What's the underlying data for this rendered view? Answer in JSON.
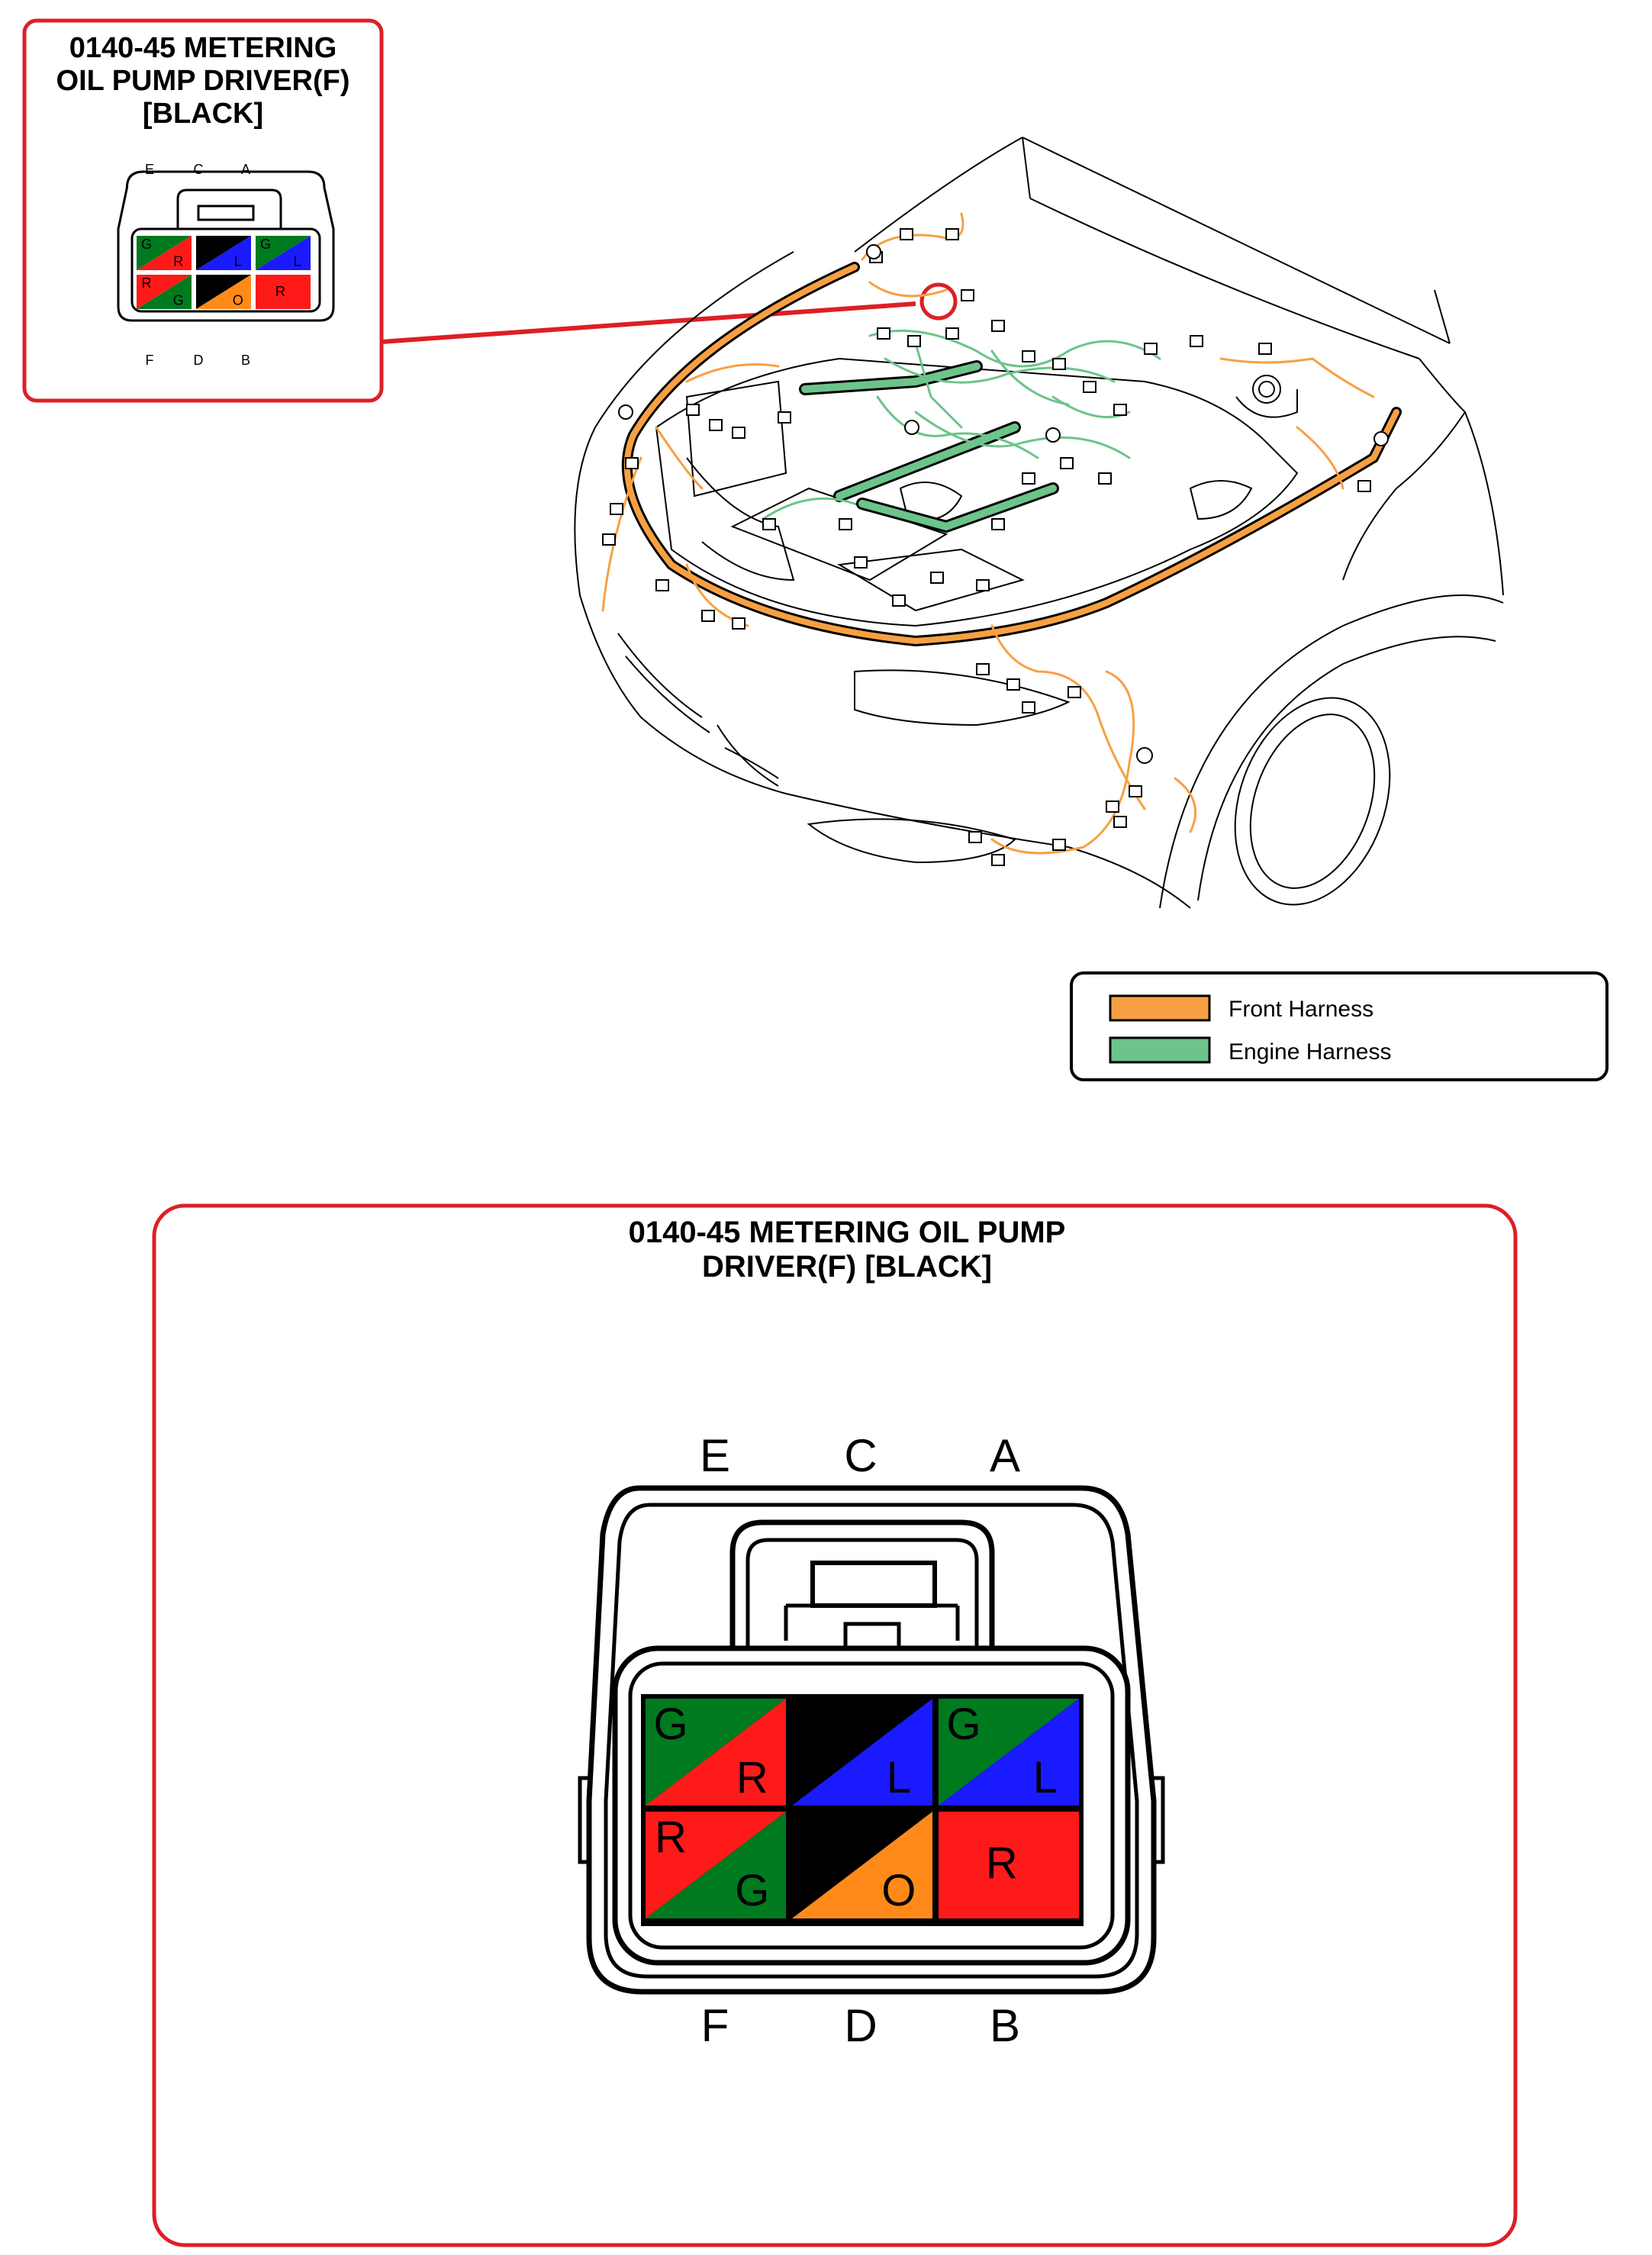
{
  "inset": {
    "title_line1": "0140-45 METERING",
    "title_line2": "OIL PUMP DRIVER(F)",
    "title_line3": "[BLACK]"
  },
  "main": {
    "title_line1": "0140-45 METERING OIL PUMP",
    "title_line2": "DRIVER(F) [BLACK]"
  },
  "connector": {
    "top_labels": [
      "E",
      "C",
      "A"
    ],
    "bottom_labels": [
      "F",
      "D",
      "B"
    ],
    "cells": [
      {
        "pin": "E",
        "type": "split",
        "c1": "G",
        "c2": "R",
        "fill1": "#007a1f",
        "fill2": "#ff1a1a"
      },
      {
        "pin": "C",
        "type": "split",
        "c1": "B",
        "c2": "L",
        "fill1": "#000000",
        "fill2": "#1a1aff"
      },
      {
        "pin": "A",
        "type": "split",
        "c1": "G",
        "c2": "L",
        "fill1": "#007a1f",
        "fill2": "#1a1aff"
      },
      {
        "pin": "F",
        "type": "split",
        "c1": "R",
        "c2": "G",
        "fill1": "#ff1a1a",
        "fill2": "#007a1f"
      },
      {
        "pin": "D",
        "type": "split",
        "c1": "B",
        "c2": "O",
        "fill1": "#000000",
        "fill2": "#ff8a1a"
      },
      {
        "pin": "B",
        "type": "solid",
        "c1": "R",
        "fill1": "#ff1a1a"
      }
    ]
  },
  "legend": {
    "items": [
      {
        "label": "Front Harness",
        "color": "#f7a043"
      },
      {
        "label": "Engine Harness",
        "color": "#6cc48a"
      }
    ]
  },
  "colors": {
    "frame_red": "#dd1f26",
    "front_harness": "#f7a043",
    "engine_harness": "#6cc48a"
  }
}
